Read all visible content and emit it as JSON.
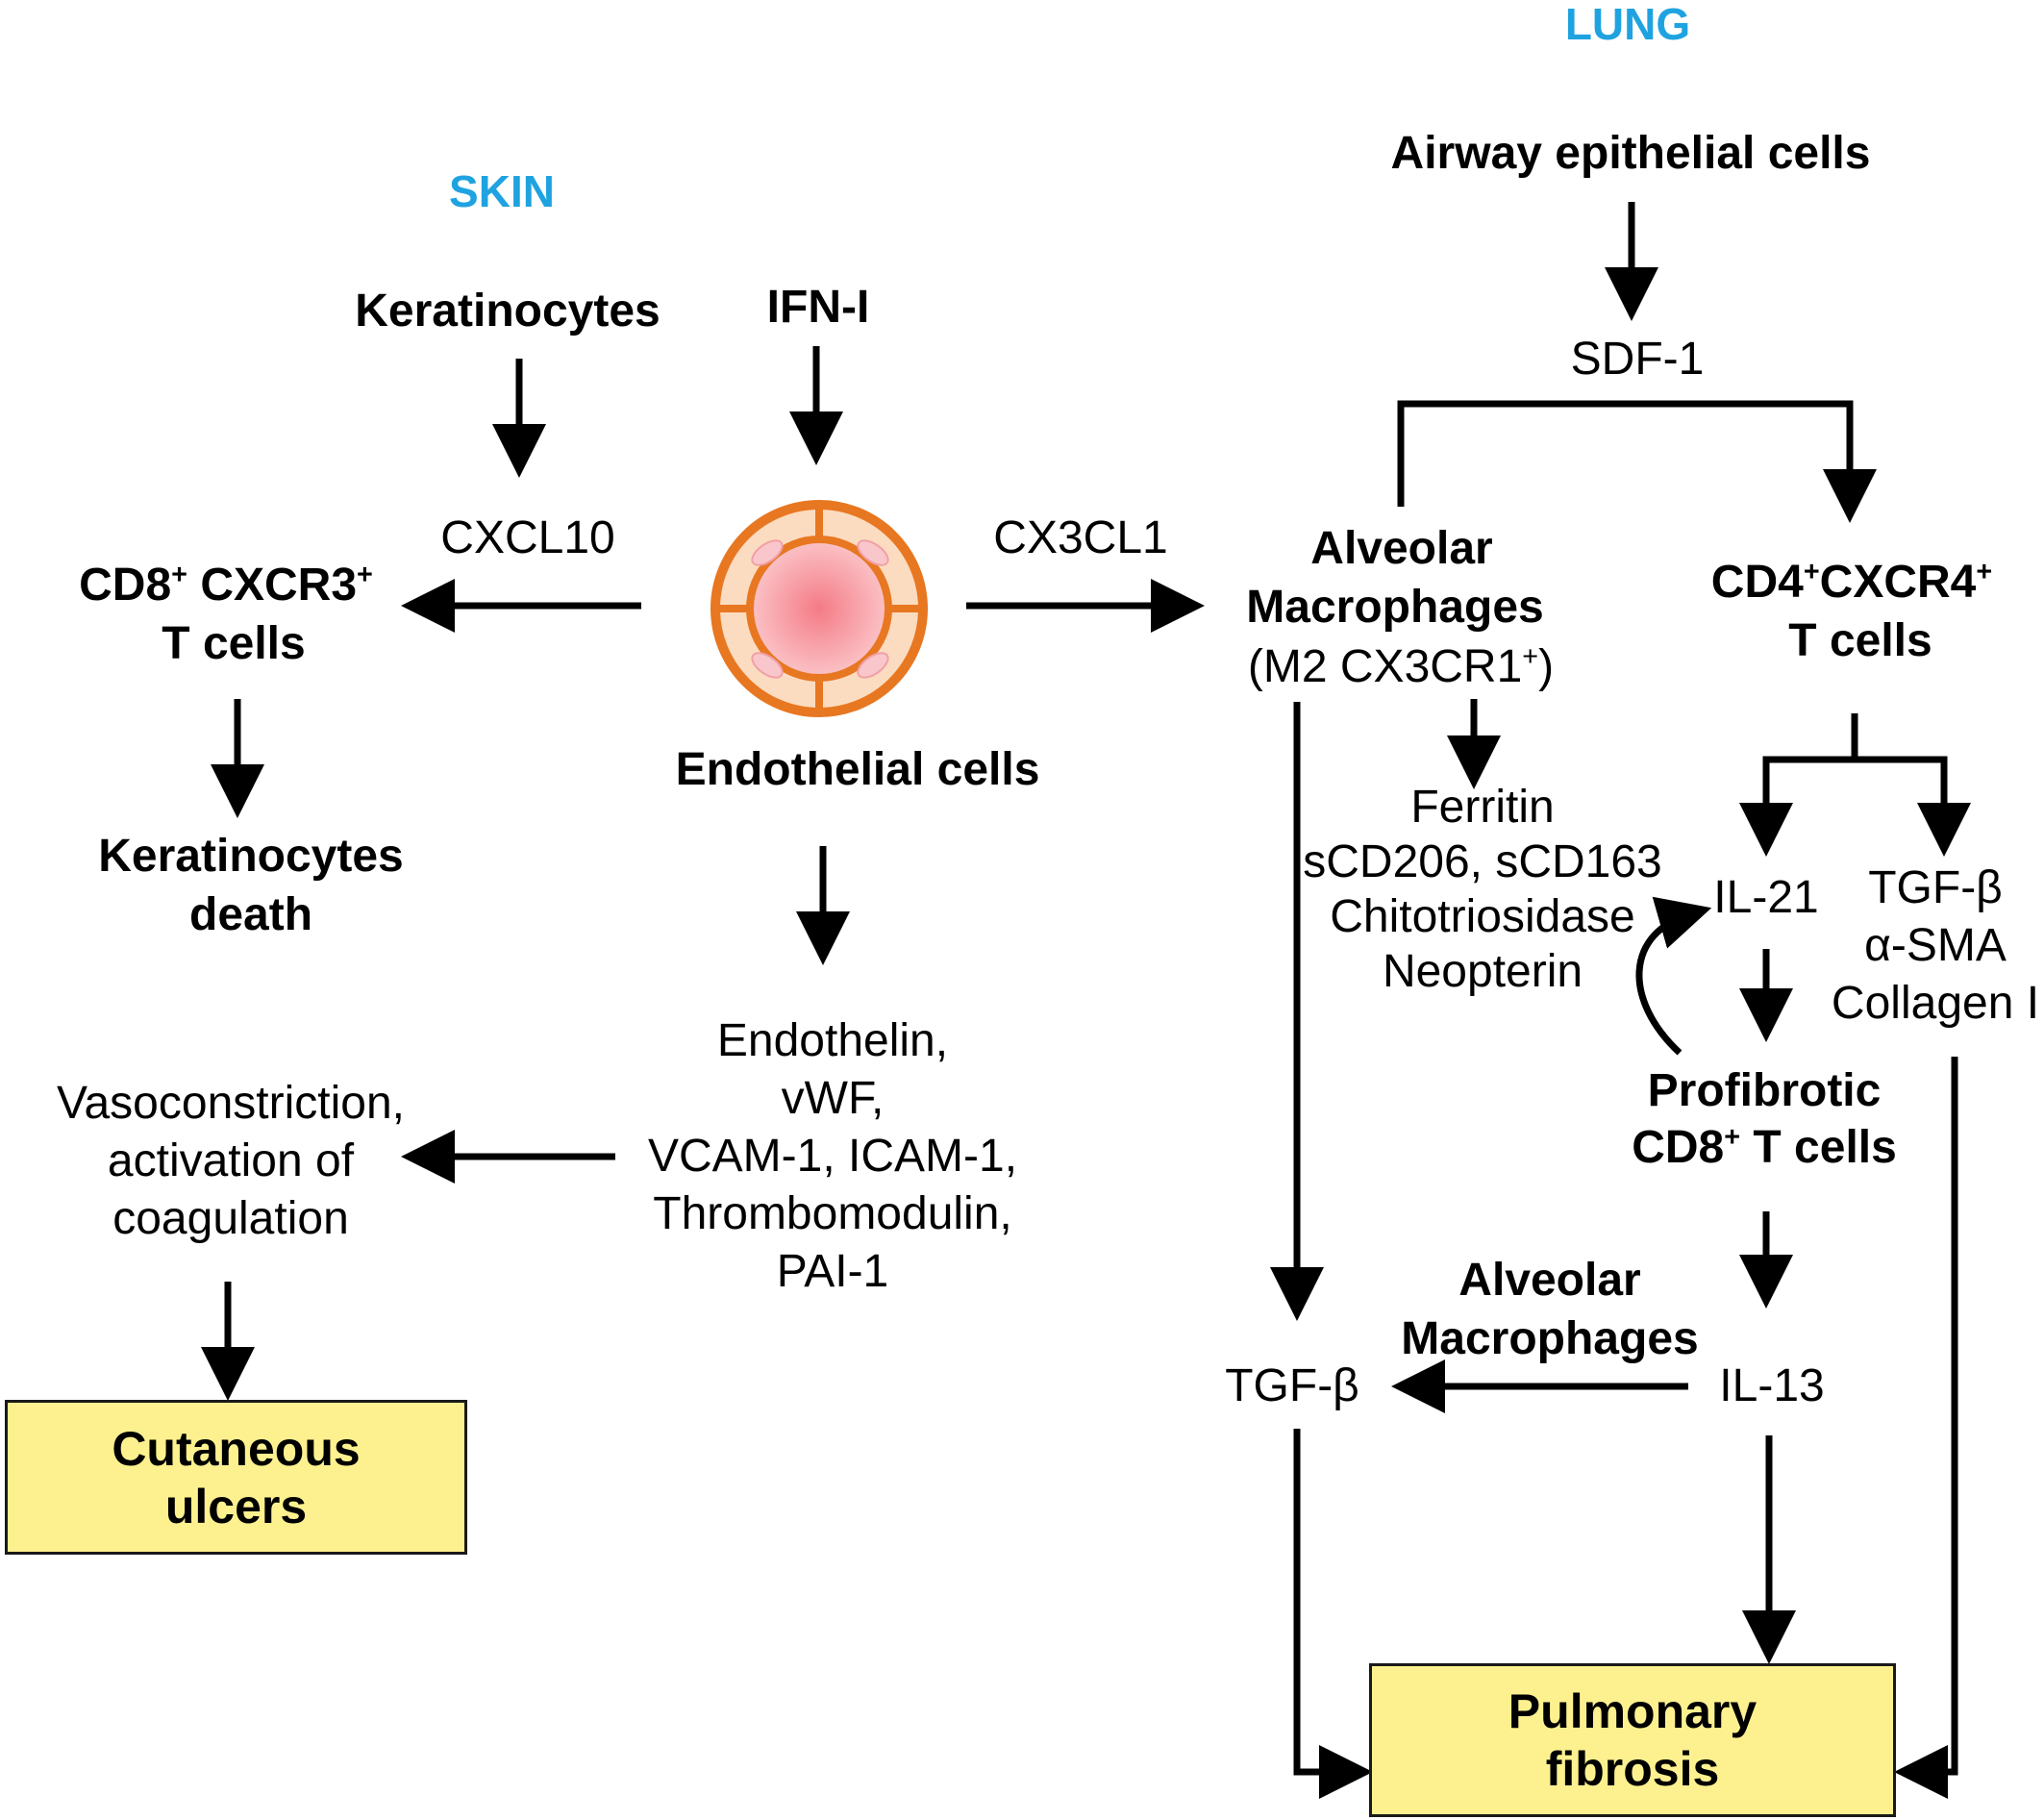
{
  "skin": {
    "section_title": "SKIN",
    "keratinocytes": "Keratinocytes",
    "ifn": "IFN-I",
    "cxcl10": "CXCL10",
    "cd8_pre": "CD8",
    "cd8_sup1": "+",
    "cd8_mid": " CXCR3",
    "cd8_sup2": "+",
    "tcells": "T cells",
    "kdeath_1": "Keratinocytes",
    "kdeath_2": "death",
    "endothelial": "Endothelial cells",
    "mediators": [
      "Endothelin,",
      "vWF,",
      "VCAM-1, ICAM-1,",
      "Thrombomodulin,",
      "PAI-1"
    ],
    "vaso": [
      "Vasoconstriction,",
      "activation of",
      "coagulation"
    ],
    "outcome_1": "Cutaneous",
    "outcome_2": "ulcers"
  },
  "lung": {
    "section_title": "LUNG",
    "airway": "Airway epithelial cells",
    "sdf1": "SDF-1",
    "cx3cl1": "CX3CL1",
    "am_1": "Alveolar",
    "am_2": "Macrophages",
    "am_3_pre": "(M2 CX3CR1",
    "am_3_sup": "+",
    "am_3_post": ")",
    "cd4_a": "CD4",
    "cd4_sup1": "+",
    "cd4_b": "CXCR4",
    "cd4_sup2": "+",
    "cd4_tcells": "T cells",
    "markers": [
      "Ferritin",
      "sCD206, sCD163",
      "Chitotriosidase",
      "Neopterin"
    ],
    "il21": "IL-21",
    "tgf_list": [
      "TGF-β",
      "α-SMA",
      "Collagen I"
    ],
    "pro_1": "Profibrotic",
    "pro_2_pre": "CD8",
    "pro_2_sup": "+",
    "pro_2_post": " T cells",
    "am2_1": "Alveolar",
    "am2_2": "Macrophages",
    "tgf_beta": "TGF-β",
    "il13": "IL-13",
    "outcome_1": "Pulmonary",
    "outcome_2": "fibrosis"
  },
  "colors": {
    "section_title": "#1fa3e0",
    "outcome_box": "#fdf18f",
    "vessel_orange": "#e87722",
    "vessel_pink": "#f7959c"
  }
}
